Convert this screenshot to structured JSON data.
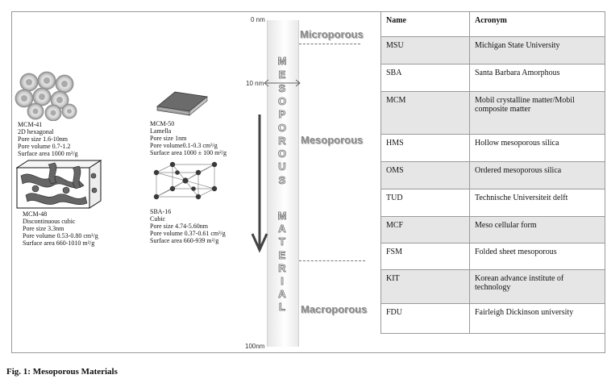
{
  "figure": {
    "caption": "Fig. 1: Mesoporous Materials",
    "scale": {
      "top_label": "0 nm",
      "mid_label": "10 nm",
      "bottom_label": "100nm",
      "vertical_text": "MESOPOROUS MATERIAL"
    },
    "zones": {
      "microporous": "Microporous",
      "mesoporous": "Mesoporous",
      "macroporous": "Macroporous"
    },
    "materials": {
      "mcm41": [
        "MCM-41",
        "2D hexagonal",
        " Pore size 1.6-10nm",
        "Pore volume  0.7-1.2",
        "Surface area 1000 m²/g"
      ],
      "mcm48": [
        "MCM-48",
        "Discontinuous cubic",
        "Pore size 3.3nm",
        "Pore volume  0.53-0.80 cm³/g",
        "Surface area 660-1010 m²/g"
      ],
      "mcm50": [
        "MCM-50",
        "Lamella",
        "Pore size 1nm",
        "Pore volume0.1-0.3  cm³/g",
        "Surface area 1000 ± 100 m²/g"
      ],
      "sba16": [
        "SBA-16",
        "Cubic",
        "Pore size 4.74-5.60nm",
        "Pore volume  0.37-0.61 cm³/g",
        "Surface area 660-939 m²/g"
      ]
    }
  },
  "table": {
    "headers": [
      "Name",
      "Acronym"
    ],
    "rows": [
      [
        "MSU",
        "Michigan State University"
      ],
      [
        "SBA",
        "Santa Barbara Amorphous"
      ],
      [
        "MCM",
        "Mobil crystalline matter/Mobil composite matter"
      ],
      [
        "HMS",
        "Hollow mesoporous silica"
      ],
      [
        "OMS",
        "Ordered mesoporous silica"
      ],
      [
        "TUD",
        "Technische Universiteit delft"
      ],
      [
        "MCF",
        "Meso cellular form"
      ],
      [
        "FSM",
        "Folded sheet mesoporous"
      ],
      [
        "KIT",
        "Korean advance institute of technology"
      ],
      [
        "FDU",
        "Fairleigh Dickinson university"
      ]
    ]
  }
}
